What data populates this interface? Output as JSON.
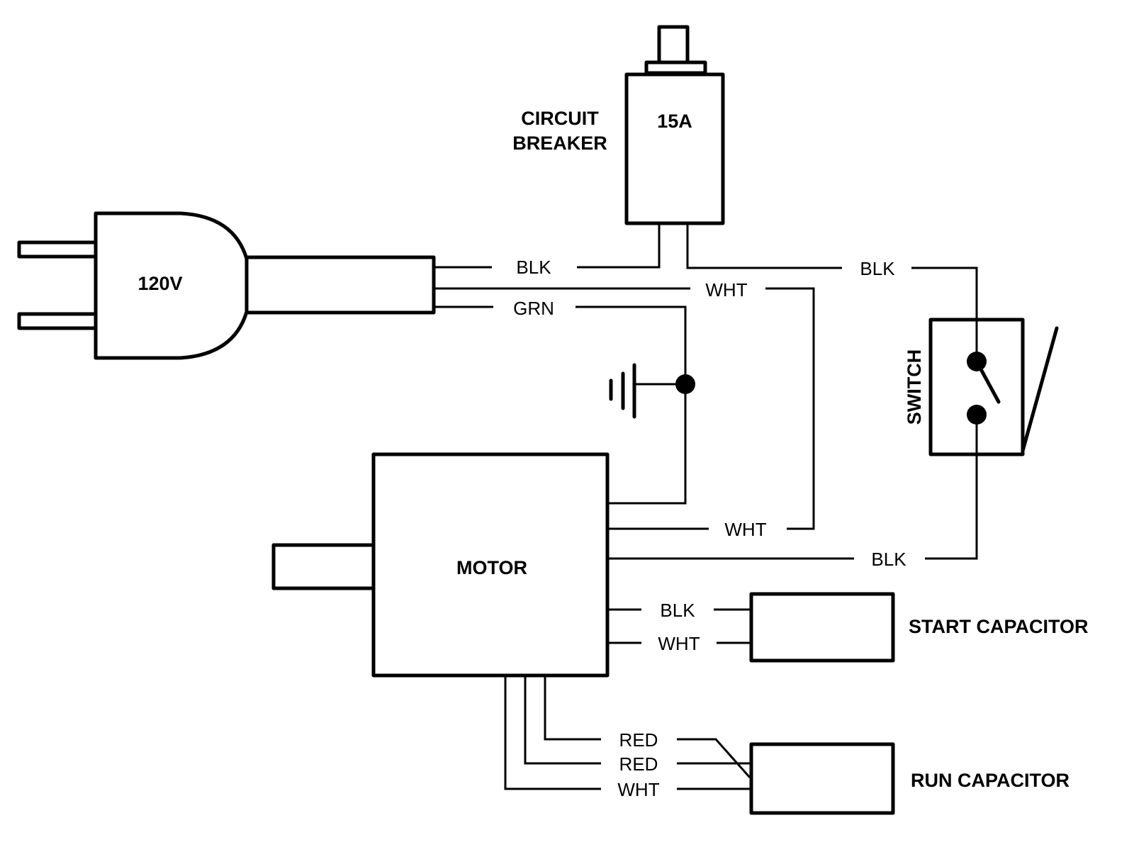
{
  "diagram": {
    "type": "wiring-schematic",
    "components": {
      "plug": {
        "label": "120V"
      },
      "circuit_breaker": {
        "label_line1": "CIRCUIT",
        "label_line2": "BREAKER",
        "rating": "15A"
      },
      "switch": {
        "label": "SWITCH",
        "state": "open"
      },
      "motor": {
        "label": "MOTOR"
      },
      "start_capacitor": {
        "label": "START CAPACITOR"
      },
      "run_capacitor": {
        "label": "RUN CAPACITOR"
      },
      "ground": {
        "symbol": "ground-icon"
      }
    },
    "wires": {
      "plug_blk": "BLK",
      "plug_wht": "WHT",
      "plug_grn": "GRN",
      "breaker_to_switch_blk": "BLK",
      "motor_wht": "WHT",
      "motor_to_switch_blk": "BLK",
      "start_cap_blk": "BLK",
      "start_cap_wht": "WHT",
      "run_cap_red1": "RED",
      "run_cap_red2": "RED",
      "run_cap_wht": "WHT"
    },
    "connections": [
      {
        "from": "plug",
        "to": "circuit_breaker",
        "wire": "BLK"
      },
      {
        "from": "circuit_breaker",
        "to": "switch",
        "wire": "BLK"
      },
      {
        "from": "switch",
        "to": "motor",
        "wire": "BLK"
      },
      {
        "from": "plug",
        "to": "motor",
        "wire": "WHT"
      },
      {
        "from": "plug",
        "to": "motor",
        "wire": "GRN",
        "via": "ground"
      },
      {
        "from": "motor",
        "to": "start_capacitor",
        "wire": "BLK"
      },
      {
        "from": "motor",
        "to": "start_capacitor",
        "wire": "WHT"
      },
      {
        "from": "motor",
        "to": "run_capacitor",
        "wire": "RED"
      },
      {
        "from": "motor",
        "to": "run_capacitor",
        "wire": "RED"
      },
      {
        "from": "motor",
        "to": "run_capacitor",
        "wire": "WHT"
      }
    ]
  }
}
